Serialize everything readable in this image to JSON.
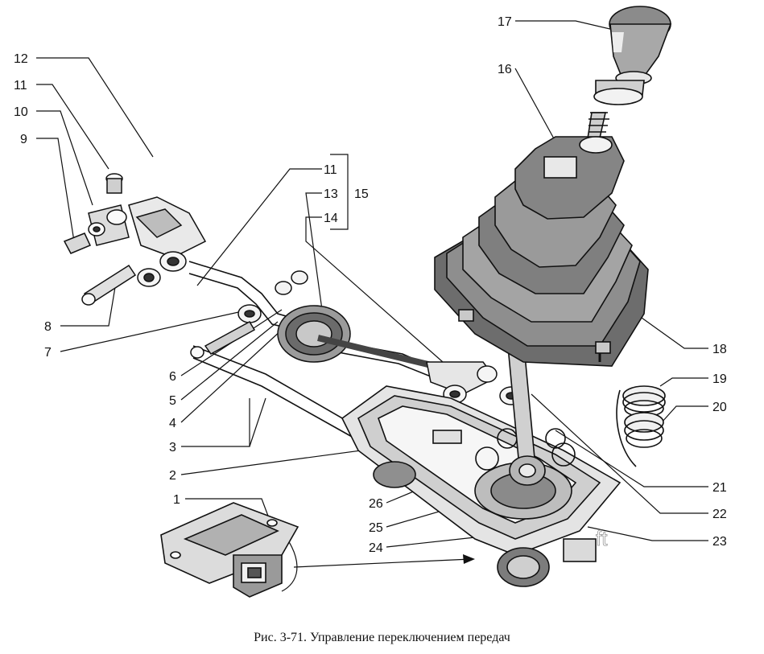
{
  "figure": {
    "caption": "Рис. 3-71. Управление переключением передач",
    "watermark": "ft",
    "group_label": "15",
    "callouts": [
      "1",
      "2",
      "3",
      "4",
      "5",
      "6",
      "7",
      "8",
      "9",
      "10",
      "11",
      "11",
      "12",
      "13",
      "14",
      "16",
      "17",
      "18",
      "19",
      "20",
      "21",
      "22",
      "23",
      "24",
      "25",
      "26"
    ]
  },
  "parts": [
    "bracket",
    "rod",
    "lever",
    "knob",
    "boot",
    "base-plate",
    "springs",
    "bolts"
  ]
}
